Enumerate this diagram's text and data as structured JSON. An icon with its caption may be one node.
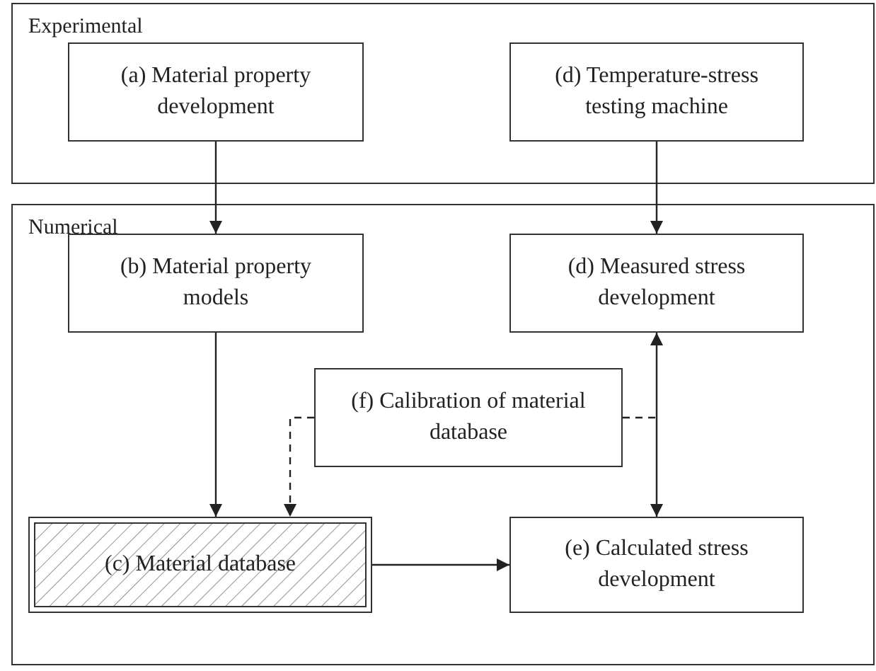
{
  "diagram": {
    "nodes": [
      {
        "text": [
          "Experimental"
        ]
      },
      {
        "text": [
          "(a) Material property development"
        ],
        "in": 0
      },
      {
        "text": [
          "(d) Temperature-stress testing machine"
        ],
        "in": 0
      },
      {
        "text": [
          "Numerical"
        ]
      },
      {
        "text": [
          "(b) Material property models"
        ],
        "in": 3
      },
      {
        "text": [
          "(d) Measured stress development"
        ],
        "in": 3
      },
      {
        "text": [
          "(f) Calibration of material database"
        ],
        "in": 3
      },
      {
        "text": [
          "(c) Material database"
        ],
        "in": 3
      },
      {
        "text": [
          "(e) Calculated stress development"
        ],
        "in": 3
      }
    ],
    "edges": [
      {
        "from": 1,
        "to": 4,
        "arrow": "to"
      },
      {
        "from": 2,
        "to": 5,
        "arrow": "to"
      },
      {
        "from": 4,
        "to": 7,
        "arrow": "to"
      },
      {
        "from": 6,
        "to": 7,
        "arrow": "to",
        "style": "dashed"
      },
      {
        "from": 6,
        "to": null,
        "arrow": "none",
        "style": "dashed"
      },
      {
        "from": 8,
        "to": 5,
        "arrow": "both"
      },
      {
        "from": 7,
        "to": 8,
        "arrow": "to"
      }
    ]
  }
}
